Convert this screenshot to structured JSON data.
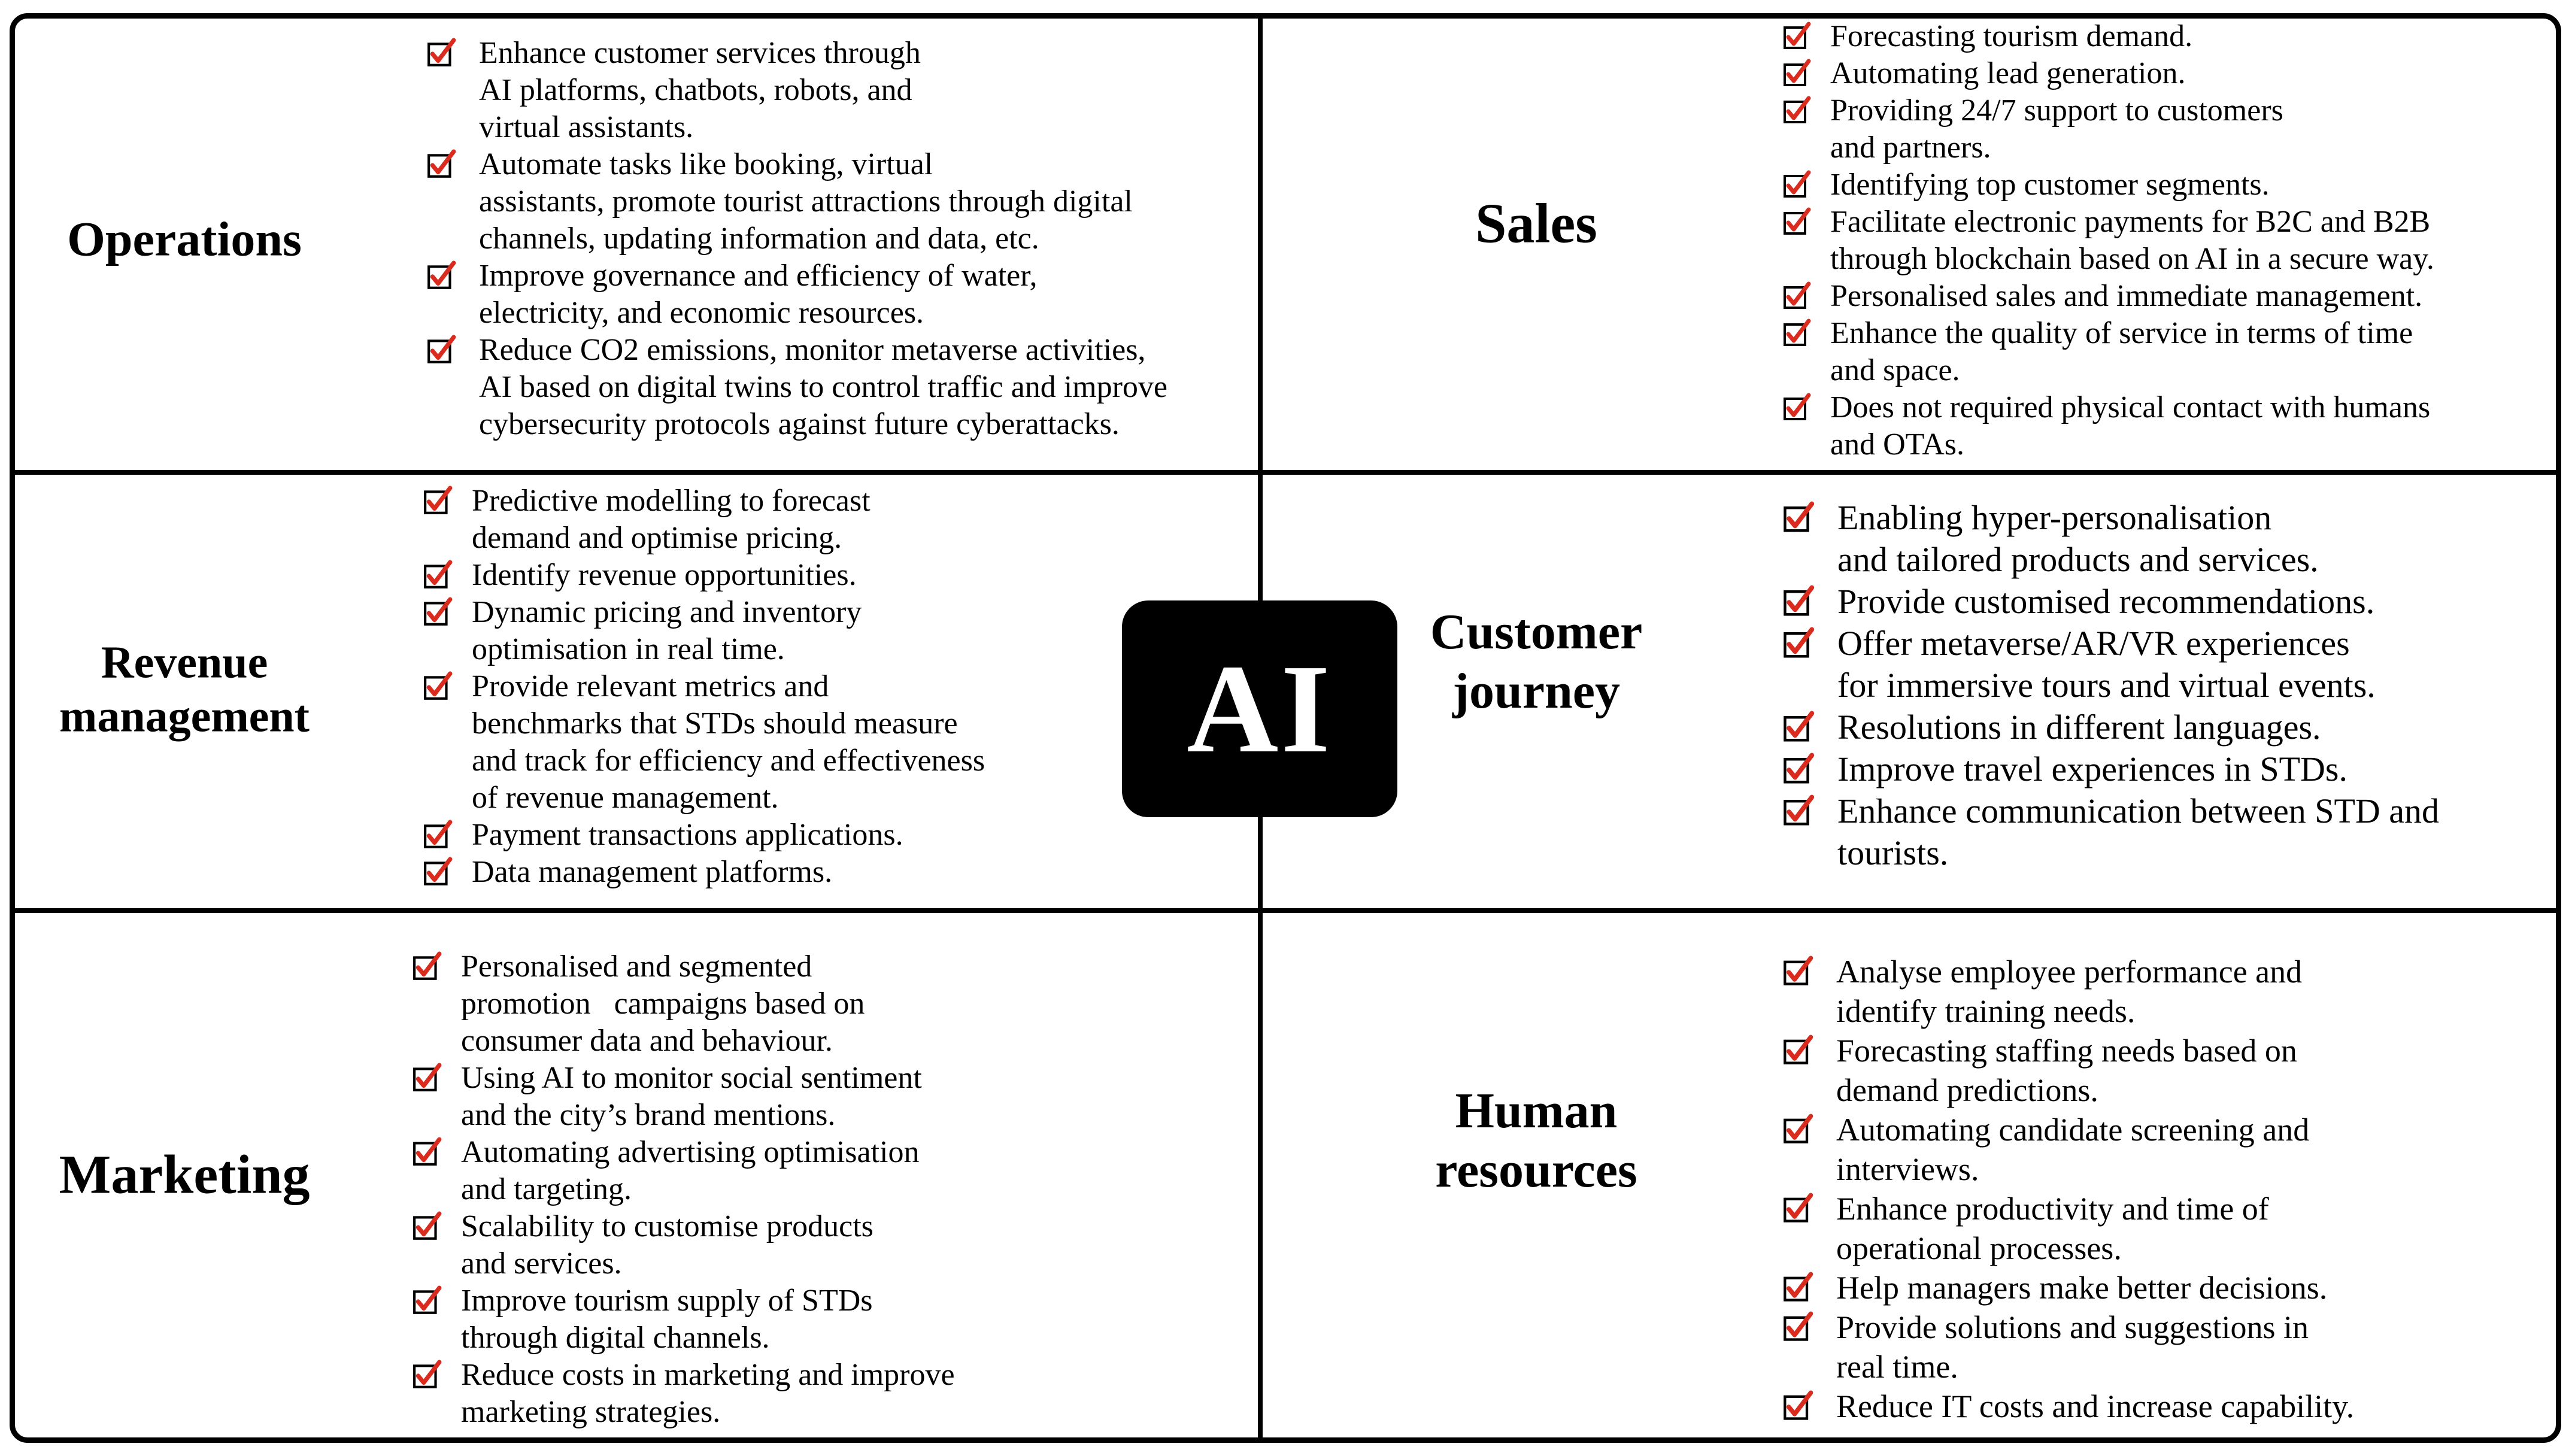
{
  "center": {
    "label": "AI"
  },
  "quadrants": [
    {
      "id": "operations",
      "title": [
        "Operations"
      ],
      "items": [
        [
          "Enhance customer services through",
          "AI platforms, chatbots, robots, and",
          "virtual assistants."
        ],
        [
          "Automate tasks like booking, virtual",
          "assistants, promote tourist attractions through digital",
          "channels, updating information and data, etc."
        ],
        [
          "Improve governance and efficiency of water,",
          "electricity, and economic resources."
        ],
        [
          "Reduce CO2 emissions, monitor metaverse activities,",
          "AI based on digital twins to control traffic and improve",
          "cybersecurity protocols against future cyberattacks."
        ]
      ]
    },
    {
      "id": "sales",
      "title": [
        "Sales"
      ],
      "items": [
        [
          "Forecasting tourism demand."
        ],
        [
          "Automating lead generation."
        ],
        [
          "Providing 24/7 support to customers",
          "and partners."
        ],
        [
          "Identifying top customer segments."
        ],
        [
          "Facilitate electronic payments for B2C and B2B",
          "through blockchain based on AI in a secure way."
        ],
        [
          "Personalised sales and immediate management."
        ],
        [
          "Enhance the quality of service in terms of time",
          "and space."
        ],
        [
          "Does not required physical contact with humans",
          "and OTAs."
        ]
      ]
    },
    {
      "id": "revenue",
      "title": [
        "Revenue",
        "management"
      ],
      "items": [
        [
          "Predictive modelling to forecast",
          "demand and optimise pricing."
        ],
        [
          "Identify revenue opportunities."
        ],
        [
          "Dynamic pricing and inventory",
          "optimisation in real time."
        ],
        [
          "Provide relevant metrics and",
          "benchmarks that STDs should measure",
          "and track for efficiency and effectiveness",
          "of revenue management."
        ],
        [
          "Payment transactions applications."
        ],
        [
          "Data management platforms."
        ]
      ]
    },
    {
      "id": "journey",
      "title": [
        "Customer",
        "journey"
      ],
      "items": [
        [
          "Enabling hyper-personalisation",
          "and tailored products and services."
        ],
        [
          "Provide customised recommendations."
        ],
        [
          "Offer metaverse/AR/VR experiences",
          "for immersive tours and virtual events."
        ],
        [
          "Resolutions in different languages."
        ],
        [
          "Improve travel experiences in STDs."
        ],
        [
          "Enhance communication between STD and",
          "tourists."
        ]
      ]
    },
    {
      "id": "marketing",
      "title": [
        "Marketing"
      ],
      "items": [
        [
          "Personalised and segmented",
          "promotion   campaigns based on",
          "consumer data and behaviour."
        ],
        [
          "Using AI to monitor social sentiment",
          "and the city’s brand mentions."
        ],
        [
          "Automating advertising optimisation",
          "and targeting."
        ],
        [
          "Scalability to customise products",
          "and services."
        ],
        [
          "Improve tourism supply of STDs",
          "through digital channels."
        ],
        [
          "Reduce costs in marketing and improve",
          "marketing strategies."
        ]
      ]
    },
    {
      "id": "hr",
      "title": [
        "Human",
        "resources"
      ],
      "items": [
        [
          "Analyse employee performance and",
          "identify training needs."
        ],
        [
          "Forecasting staffing needs based on",
          "demand predictions."
        ],
        [
          "Automating candidate screening and",
          "interviews."
        ],
        [
          "Enhance productivity and time of",
          "operational processes."
        ],
        [
          "Help managers make better decisions."
        ],
        [
          "Provide solutions and suggestions in",
          "real time."
        ],
        [
          "Reduce IT costs and increase capability."
        ]
      ]
    }
  ],
  "colors": {
    "check": "#d92b1e",
    "box": "#000000",
    "line": "#000000"
  },
  "icons": {
    "bullet": "checkbox-checked-icon"
  }
}
